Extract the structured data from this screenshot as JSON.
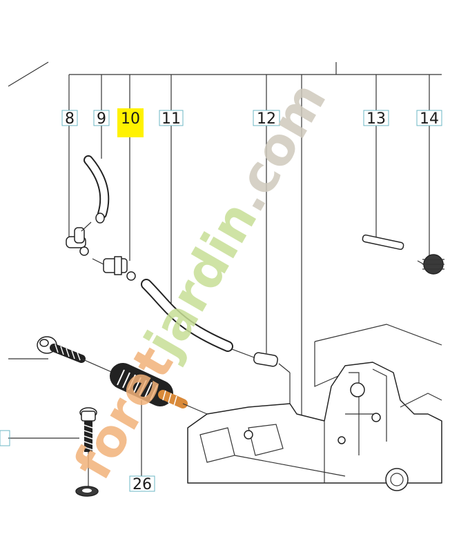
{
  "callouts": [
    {
      "id": "c8",
      "label": "8",
      "highlighted": false
    },
    {
      "id": "c9",
      "label": "9",
      "highlighted": false
    },
    {
      "id": "c10",
      "label": "10",
      "highlighted": true
    },
    {
      "id": "c11",
      "label": "11",
      "highlighted": false
    },
    {
      "id": "c12",
      "label": "12",
      "highlighted": false
    },
    {
      "id": "c13",
      "label": "13",
      "highlighted": false
    },
    {
      "id": "c14",
      "label": "14",
      "highlighted": false
    },
    {
      "id": "c26",
      "label": "26",
      "highlighted": false
    }
  ],
  "watermark": {
    "brand_a": "foret",
    "brand_b": "jardin",
    "brand_c": ".com",
    "color_orange": "#f2b27a",
    "color_green": "#c7df96",
    "color_gray": "#cfcabd"
  },
  "highlight_color": "#fff200"
}
